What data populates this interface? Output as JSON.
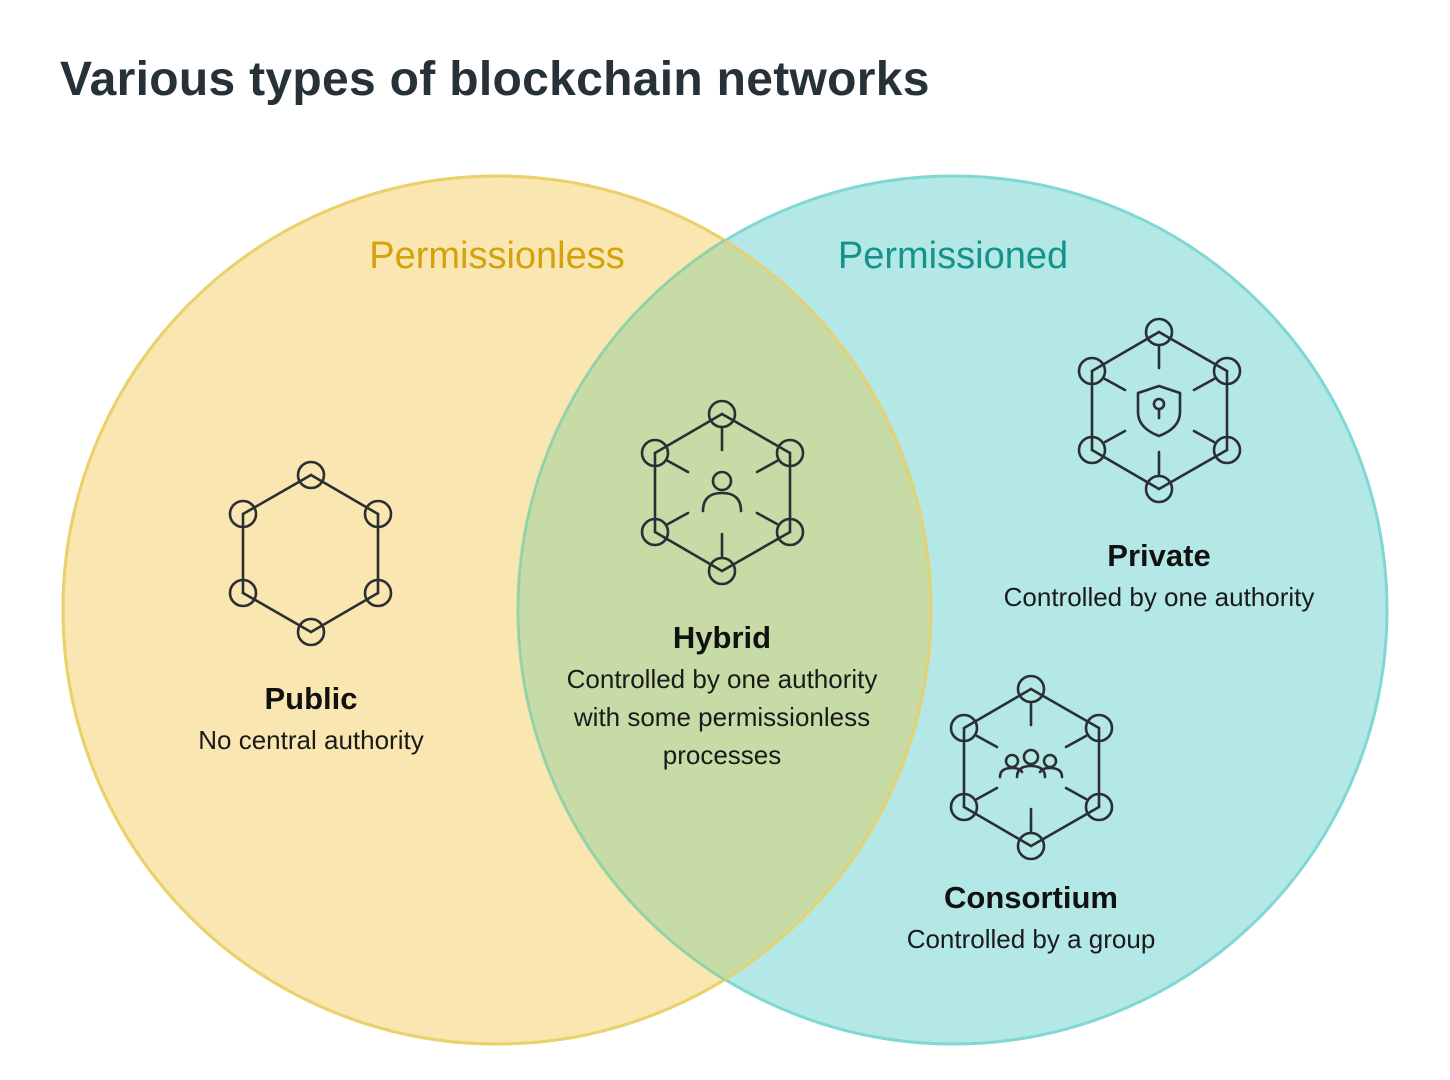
{
  "title": "Various types of blockchain networks",
  "colors": {
    "permissionless": "#f7d979",
    "permissionless_text": "#d4a20a",
    "permissioned": "#7fd8d4",
    "permissioned_text": "#14938c",
    "overlap": "#c7dba6",
    "text": "#263238"
  },
  "sets": {
    "left": {
      "label": "Permissionless"
    },
    "right": {
      "label": "Permissioned"
    }
  },
  "types": {
    "public": {
      "title": "Public",
      "lines": [
        "No central authority"
      ],
      "icon": "hexagon-network-icon"
    },
    "hybrid": {
      "title": "Hybrid",
      "lines": [
        "Controlled by one authority",
        "with some permissionless",
        "processes"
      ],
      "icon": "network-person-icon"
    },
    "private": {
      "title": "Private",
      "lines": [
        "Controlled by one authority"
      ],
      "icon": "network-shield-lock-icon"
    },
    "consortium": {
      "title": "Consortium",
      "lines": [
        "Controlled by a group"
      ],
      "icon": "network-group-icon"
    }
  }
}
